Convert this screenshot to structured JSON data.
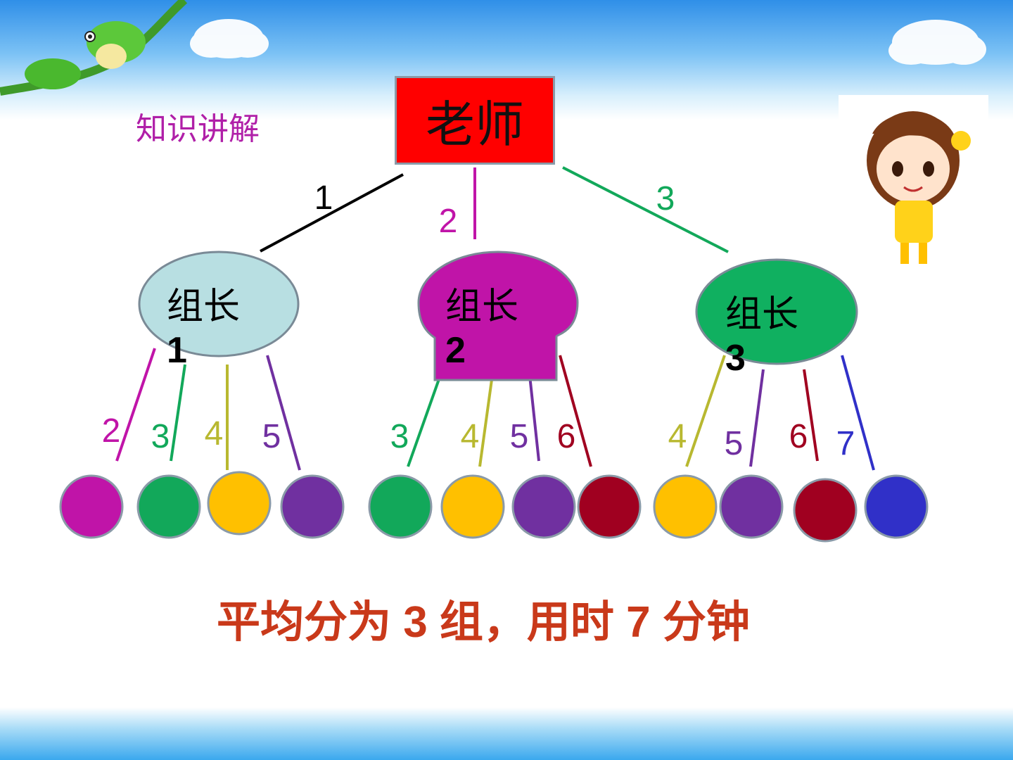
{
  "section_title": "知识讲解",
  "teacher": {
    "label": "老师",
    "color": "#ff0000"
  },
  "top_edges": [
    {
      "label": "1",
      "color": "#000000"
    },
    {
      "label": "2",
      "color": "#c014a8"
    },
    {
      "label": "3",
      "color": "#12a85a"
    }
  ],
  "groups": [
    {
      "leader": {
        "label": "组长",
        "number": "1",
        "fill": "#b8dfe2"
      },
      "members": [
        {
          "label": "2",
          "color": "#c014a8"
        },
        {
          "label": "3",
          "color": "#12a85a"
        },
        {
          "label": "4",
          "color": "#b8b830",
          "fill": "#ffc000"
        },
        {
          "label": "5",
          "color": "#7030a0"
        }
      ]
    },
    {
      "leader": {
        "label": "组长",
        "number": "2",
        "fill": "#c014a8"
      },
      "members": [
        {
          "label": "3",
          "color": "#12a85a"
        },
        {
          "label": "4",
          "color": "#b8b830",
          "fill": "#ffc000"
        },
        {
          "label": "5",
          "color": "#7030a0"
        },
        {
          "label": "6",
          "color": "#a00020"
        }
      ]
    },
    {
      "leader": {
        "label": "组长",
        "number": "3",
        "fill": "#10b060"
      },
      "members": [
        {
          "label": "4",
          "color": "#b8b830",
          "fill": "#ffc000"
        },
        {
          "label": "5",
          "color": "#7030a0"
        },
        {
          "label": "6",
          "color": "#a00020"
        },
        {
          "label": "7",
          "color": "#3030c8"
        }
      ]
    }
  ],
  "summary": "平均分为 3 组，用时 7 分钟",
  "decorations": [
    "vine-snail-icon",
    "cloud-icon",
    "girl-illustration"
  ]
}
